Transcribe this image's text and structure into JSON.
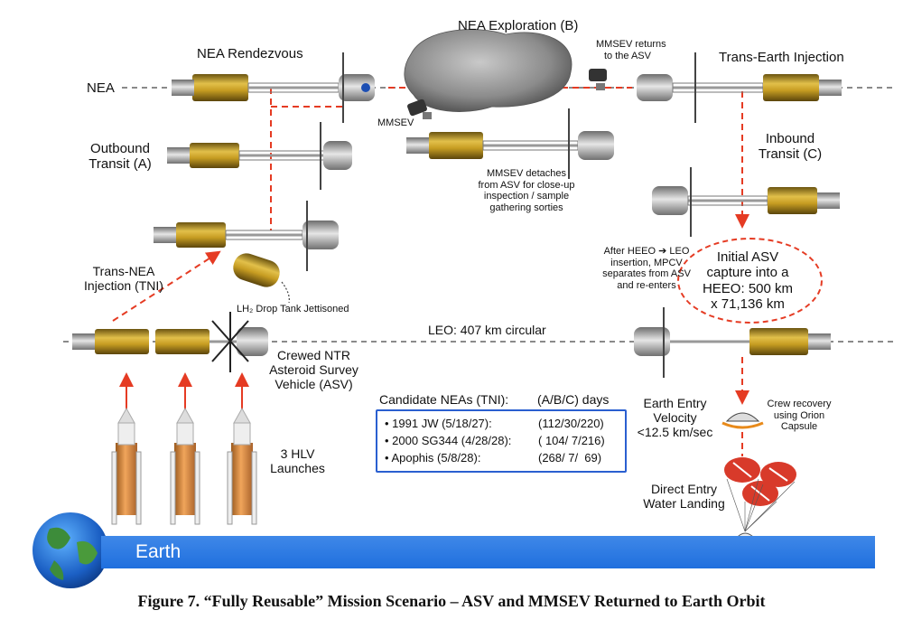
{
  "labels": {
    "nea": "NEA",
    "nea_rendezvous": "NEA Rendezvous",
    "nea_exploration": "NEA Exploration (B)",
    "mmsev_returns_1": "MMSEV returns",
    "mmsev_returns_2": "to the ASV",
    "trans_earth_injection": "Trans-Earth Injection",
    "outbound_1": "Outbound",
    "outbound_2": "Transit (A)",
    "mmsev": "MMSEV",
    "mmsev_detaches_1": "MMSEV detaches",
    "mmsev_detaches_2": "from ASV for close-up",
    "mmsev_detaches_3": "inspection / sample",
    "mmsev_detaches_4": "gathering sorties",
    "inbound_1": "Inbound",
    "inbound_2": "Transit (C)",
    "heeo_1": "After HEEO ➔ LEO",
    "heeo_2": "insertion, MPCV",
    "heeo_3": "separates from ASV",
    "heeo_4": "and re-enters",
    "capture_1": "Initial ASV",
    "capture_2": "capture into a",
    "capture_3": "HEEO: 500 km",
    "capture_4": "x 71,136 km",
    "tni_1": "Trans-NEA",
    "tni_2": "Injection (TNI)",
    "drop_tank": "LH₂ Drop Tank Jettisoned",
    "leo": "LEO: 407 km circular",
    "crewed_1": "Crewed NTR",
    "crewed_2": "Asteroid Survey",
    "crewed_3": "Vehicle (ASV)",
    "entry_1": "Earth Entry",
    "entry_2": "Velocity",
    "entry_3": "<12.5 km/sec",
    "crew_recovery_1": "Crew recovery",
    "crew_recovery_2": "using Orion",
    "crew_recovery_3": "Capsule",
    "hlv_1": "3 HLV",
    "hlv_2": "Launches",
    "direct_1": "Direct Entry",
    "direct_2": "Water Landing",
    "earth": "Earth"
  },
  "nea_table": {
    "header_left": "Candidate NEAs (TNI):",
    "header_right": "(A/B/C) days",
    "rows": [
      {
        "name": "• 1991 JW (5/18/27):",
        "days": "(112/30/220)"
      },
      {
        "name": "• 2000 SG344 (4/28/28):",
        "days": "( 104/ 7/216)"
      },
      {
        "name": "• Apophis (5/8/28):",
        "days": "(268/ 7/  69)"
      }
    ]
  },
  "caption": "Figure 7.  “Fully Reusable” Mission Scenario – ASV and MMSEV Returned to Earth Orbit",
  "colors": {
    "path_red": "#e53b23",
    "tank_gold": "#c9a227",
    "earth_blue": "#2a78e4",
    "box_blue": "#2a5fd0"
  }
}
